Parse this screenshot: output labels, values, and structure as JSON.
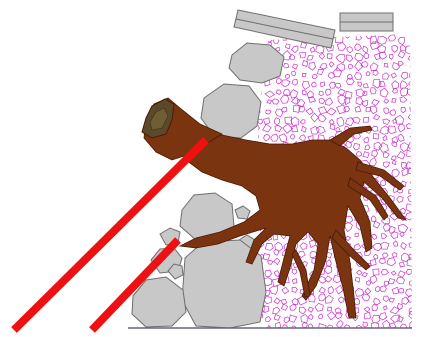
{
  "diagram": {
    "colors": {
      "background": "#ffffff",
      "rock_fill": "#c8c8c8",
      "rock_stroke": "#6e6e6e",
      "gravel_stroke": "#cc33cc",
      "root_fill": "#7a3410",
      "root_stroke": "#4a1a05",
      "stump_top": "#5a4a2a",
      "rod": "#ee1111",
      "ground": "#666677"
    },
    "components": [
      "gravel-backfill",
      "boulder-wall",
      "root-wad",
      "tree-stump",
      "anchor-rods",
      "top-slabs",
      "ground-line"
    ]
  }
}
